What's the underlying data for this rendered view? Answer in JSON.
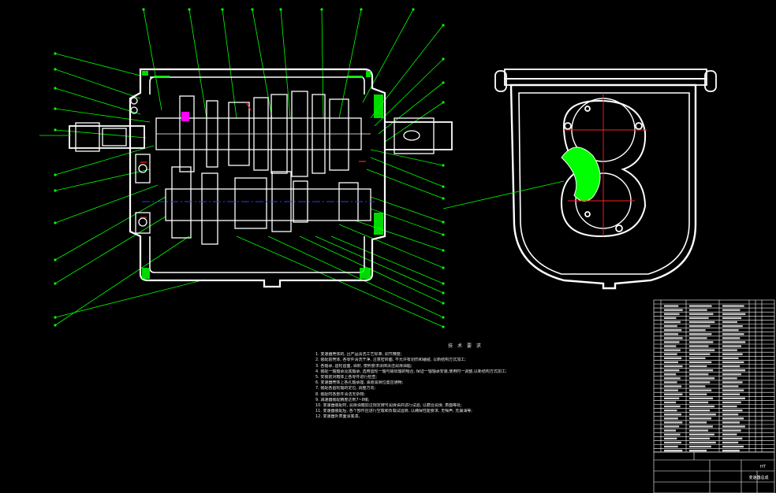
{
  "drawing": {
    "colors": {
      "background": "#000000",
      "outline": "#ffffff",
      "leader": "#00ff00",
      "centerline": "#ff2020",
      "axis": "#2040ff",
      "hatch": "#00ff00",
      "highlight": "#ff00ff"
    },
    "views": [
      "section-view",
      "end-view"
    ]
  },
  "notes": {
    "title": "技 术 要 求",
    "items": [
      "1. 变速器壳体的, 且产品清洗工艺标准, 调节精度;",
      "2. 装配前壳体, 各零件清洗干净, 注意密封面, 不允许有划伤和磕碰, 以新结构方式加工;",
      "3. 各轴承, 齿轮齿面, 油封, 按照要求涂抹清洁润滑油脂;",
      "4. 装配一轴轴承及其轴承, 选用齿轮一轴与输出轴的啮合, 保证一轴轴承安装,使用时一调整,以新结构方式加工;",
      "5. 安装前对箱体上各零件进行检查;",
      "6. 变速器壳体上各孔轴承座, 油道润滑位置应通畅;",
      "7. 装配各齿轮轴的定位, 调整方向;",
      "8. 装配时各部件清洁无杂物;",
      "9. 减速器装配精度达到7~8级;",
      "10. 变速器装配时, 润滑油箱加注规定牌号润滑油并进行试验, 以磨合润滑, 表面等处;",
      "11. 变速器装配后, 各个部件应进行空载和负载试运转, 以确保性能要求, 无噪声, 无漏油等;",
      "12. 变速器外表面涂底漆。"
    ]
  },
  "title_block": {
    "drawing_name": "变速器总成",
    "material_label": "HT"
  }
}
